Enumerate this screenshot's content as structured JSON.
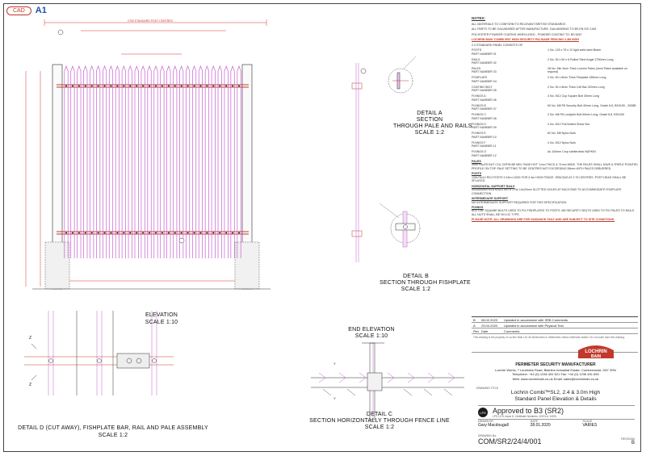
{
  "header": {
    "cad_label": "CAD",
    "sheet_size": "A1"
  },
  "elevation_title": "ELEVATION",
  "elevation_scale": "SCALE 1:10",
  "detail_a": {
    "line1": "DETAIL A",
    "line2": "SECTION",
    "line3": "THROUGH PALE AND RAILS",
    "scale": "SCALE 1:2"
  },
  "detail_b": {
    "line1": "DETAIL B",
    "line2": "SECTION THROUGH FISHPLATE",
    "scale": "SCALE 1:2"
  },
  "end_elevation": {
    "title": "END ELEVATION",
    "scale": "SCALE 1:10"
  },
  "detail_c": {
    "line1": "DETAIL C",
    "line2": "SECTION HORIZONTALLY THROUGH FENCE LINE",
    "scale": "SCALE 1:2"
  },
  "detail_d": {
    "line1": "DETAIL D (CUT AWAY), FISHPLATE BAR, RAIL AND PALE ASSEMBLY",
    "scale": "SCALE 1:2"
  },
  "notes": {
    "heading": "NOTES:",
    "items": [
      "ALL MATERIALS TO CONFORM TO RELEVANT BRITISH STANDARDS",
      "ALL PARTS TO BE GALVANISED AFTER MANUFACTURE, GALVANISING TO BS EN ISO 1461",
      "POLYESTER POWDER COATING WHEN USED - POWDER COATING TO: BS 6497"
    ],
    "spec_title": "LOCHRIN BAIN 'COMBI SR2' HIGH SECURITY PALISADE FENCING 2.4M HIGH",
    "panel_title": "2.4 STANDARD PANEL CONSISTS OF:",
    "components": [
      {
        "name": "POSTS",
        "part": "PART NUMBER 01",
        "desc": "1 No. 125 x 75 x 12 light weld steel Beam"
      },
      {
        "name": "RAILS",
        "part": "PART NUMBER 02",
        "desc": "2 No. 50 x 50 x 6 Rolled Steel Angle 2750mm Long"
      },
      {
        "name": "PALES",
        "part": "PART NUMBER 03",
        "desc": "28 No. Min 3mm Thick Lochrin Pales (4mm Pales available on request)"
      },
      {
        "name": "FISHPLATE",
        "part": "PART NUMBER 04",
        "desc": "2 No. 50 x 8mm Thick Fishplate 185mm Long"
      },
      {
        "name": "COATING BELT",
        "part": "PART NUMBER 05",
        "desc": "2 No. 50 x 8mm Thick Cell Bar 320mm Long"
      },
      {
        "name": "FIXINGS A",
        "part": "PART NUMBER 06",
        "desc": "4 No. M12 Cup Square Bolt 30mm Long"
      },
      {
        "name": "FIXINGS B",
        "part": "PART NUMBER 07",
        "desc": "60 No. M8 P8 Security Bolt 40mm Long, Grade 8.8, BS4190 - 2008B"
      },
      {
        "name": "FIXINGS C",
        "part": "PART NUMBER 08",
        "desc": "2 No. M8 P8 Lockjoint Bolt 60mm Long, Grade 8.8, BS4190"
      },
      {
        "name": "FIXINGS D",
        "part": "PART NUMBER 09",
        "desc": "4 No. M12 Full Nutted Shear Nut"
      },
      {
        "name": "FIXINGS E",
        "part": "PART NUMBER 10",
        "desc": "62 No. M8 Nyloc Nuts"
      },
      {
        "name": "FIXINGS F",
        "part": "PART NUMBER 11",
        "desc": "4 No. M12 Nyloc Nuts"
      },
      {
        "name": "FIXINGS G",
        "part": "PART NUMBER 12",
        "desc": "As 100mm Crop shelterdeck NAPKIN"
      }
    ],
    "sections": [
      {
        "title": "PALES",
        "text": "3mm PALES BUT COL 22/FIN BE MIN 70x08 'HOT' 1mm THICK & 71mm WIDE. THE PALES SHALL HAVE A TRIPLE POINTED PROFILE ON TOP. PALE SETTING TO BE CENTRES NOT EXCEEDING 55mm WITH PALES DEBURRED."
      },
      {
        "title": "POSTS",
        "text": "125x75x12 RSJ POSTS 3.15m LONG FOR 2.4m HIGH FENCE. SPACING AT 2.75 CENTRES. POST HEAD SHALL BE SPLAYED."
      },
      {
        "title": "HORIZONTAL SUPPORT RAILS",
        "text": "50x50x6mm RSA RAILS WITH 2 No 14x20mm SLOTTED HOLES AT EACH END TO ACCOMMODATE FISHPLATE CONNECTION."
      },
      {
        "title": "INTERMEDIATE SUPPORT",
        "text": "NO INTERMEDIATE SUPPORT REQUIRED FOR THIS SPECIFICATION."
      },
      {
        "title": "FIXINGS",
        "text": "M12 CUP SQUARE BOLTS USED TO FIX FISHPLATES TO POSTS. M8 SECURITY BOLTS USED TO FIX PALES TO RAILS. ALL NUTS SHALL BE NYLOC TYPE."
      }
    ],
    "please_note": "PLEASE NOTE: ALL DRAWINGS ARE FOR GUIDANCE ONLY AND ARE SUBJECT TO SITE CONDITIONS."
  },
  "revisions": [
    {
      "rev": "B",
      "date": "08.02.2023",
      "desc": "Updated in accordance with SRB Comments"
    },
    {
      "rev": "A",
      "date": "23.04.2020",
      "desc": "Updated in accordance with Physical Test"
    },
    {
      "rev": "Rev",
      "date": "Date",
      "desc": "Comments"
    }
  ],
  "legal": "This drawing is the property of Lochrin Bain Ltd. All dimensions in millimetres unless otherwise stated. Do not scale from this drawing.",
  "company": {
    "name": "PERIMETER SECURITY MANUFACTURER",
    "address": "Lochrin Works, 7 Limekilns Road, Blairlinn Industrial Estate, Cumbernauld, G67 2RN",
    "phone": "Telephone: +44 (0) 1236 451 621   Fax: +44 (0) 1236 451 690",
    "web": "Web: www.lochrinbain.co.uk   Email: sales@lochrinbain.co.uk",
    "logo_top": "LOCHRIN",
    "logo_bottom": "BAIN"
  },
  "drawing": {
    "caption": "DRAWING TITLE",
    "title_line1": "Lochrin Combi™SL2, 2.4 & 3.0m High",
    "title_line2": "Standard Panel Elevation & Details",
    "approved": "Approved to B3 (SR2)",
    "approved_sub": "LPS 1175: Issue 8, Certificate Numbers: 1057a & 1057b",
    "drawn_caption": "DRAWN BY",
    "drawn_by": "Gary Macdougall",
    "date_caption": "DATE",
    "date": "28.01.2020",
    "scale_caption": "SCALE",
    "scale": "VARIES",
    "number_caption": "DRAWING No.",
    "number": "COM/SR2/24/4/001",
    "rev_caption": "REVISION",
    "rev": "B"
  },
  "colors": {
    "pale": "#c65fd0",
    "rail": "#c0392b",
    "dim": "#d9302c",
    "line": "#2a2a2a",
    "logo": "#c0392b"
  }
}
